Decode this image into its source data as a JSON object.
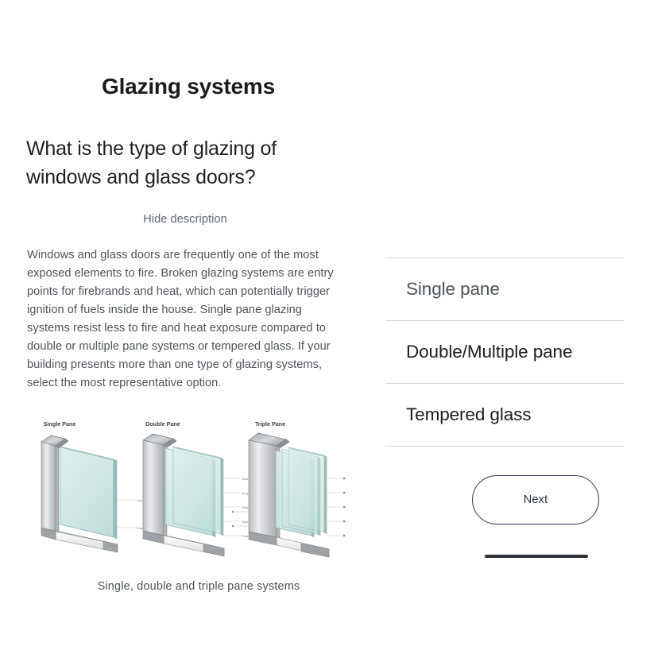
{
  "header": {
    "title": "Glazing systems"
  },
  "question": {
    "text": "What is the type of glazing of windows and glass doors?",
    "toggle_label": "Hide description",
    "description": "Windows and glass doors are frequently one of the most exposed elements to fire. Broken glazing systems are entry points for firebrands and heat, which can potentially trigger ignition of fuels inside the house. Single pane glazing systems resist less to fire and heat exposure compared to double or multiple pane systems or tempered glass. If your building presents more than one type of glazing systems, select the most representative option."
  },
  "figure": {
    "caption": "Single, double and triple pane systems",
    "diagrams": [
      {
        "label": "Single Pane",
        "panes": 1
      },
      {
        "label": "Double Pane",
        "panes": 2
      },
      {
        "label": "Triple Pane",
        "panes": 3
      }
    ]
  },
  "answers": {
    "options": [
      {
        "label": "Single pane",
        "muted": true
      },
      {
        "label": "Double/Multiple pane",
        "muted": false
      },
      {
        "label": "Tempered glass",
        "muted": false
      }
    ]
  },
  "footer": {
    "next_label": "Next"
  },
  "colors": {
    "page_background": "#ffffff",
    "title_text": "#1b1b1d",
    "body_text": "#4e545c",
    "separator": "#d4d6d9",
    "button_border": "#2e3a52",
    "home_bar": "#2b2f36",
    "glass_fill": "#cfe6e4",
    "frame_fill": "#c9ccce"
  }
}
